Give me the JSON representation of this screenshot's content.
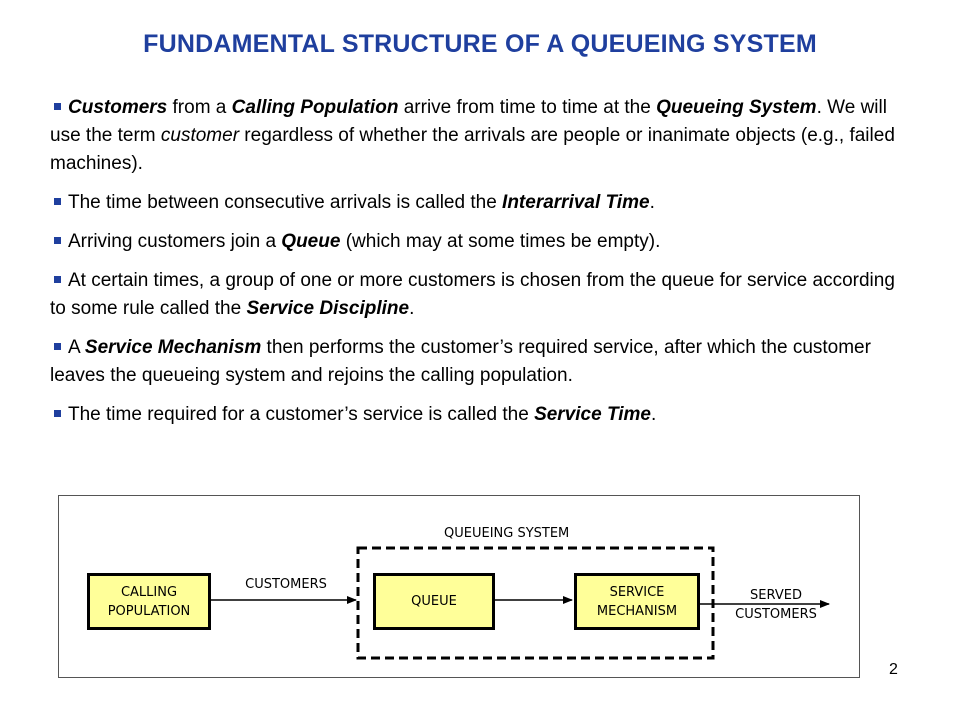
{
  "title": "FUNDAMENTAL STRUCTURE OF A QUEUEING SYSTEM",
  "bullets": [
    {
      "t1": "Customers",
      "t2": " from a ",
      "t3": "Calling Population",
      "t4": " arrive from time to time at the ",
      "t5": "Queueing System",
      "t6": ".  We will use the term ",
      "t7": "customer",
      "t8": " regardless of whether the arrivals are people or inanimate objects (e.g., failed machines)."
    },
    {
      "t1": "The time between consecutive arrivals is called the ",
      "t2": "Interarrival Time",
      "t3": "."
    },
    {
      "t1": "Arriving customers join a ",
      "t2": "Queue",
      "t3": " (which may at some times be empty)."
    },
    {
      "t1": "At certain times, a group of one or more customers is chosen from the queue for service according to some rule called the ",
      "t2": "Service Discipline",
      "t3": "."
    },
    {
      "t1": "A ",
      "t2": "Service Mechanism",
      "t3": " then performs the customer’s required service, after which the customer leaves the queueing system and rejoins the calling population."
    },
    {
      "t1": "The time required for a customer’s service is called the ",
      "t2": "Service Time",
      "t3": "."
    }
  ],
  "diagram": {
    "system_label": "QUEUEING SYSTEM",
    "calling_population": [
      "CALLING",
      "POPULATION"
    ],
    "customers_label": "CUSTOMERS",
    "queue": "QUEUE",
    "service_mechanism": [
      "SERVICE",
      "MECHANISM"
    ],
    "served_customers": [
      "SERVED",
      "CUSTOMERS"
    ]
  },
  "page_number": "2",
  "colors": {
    "title": "#1f3f9e",
    "box_fill": "#ffff99",
    "bullet": "#1f3f9e"
  }
}
